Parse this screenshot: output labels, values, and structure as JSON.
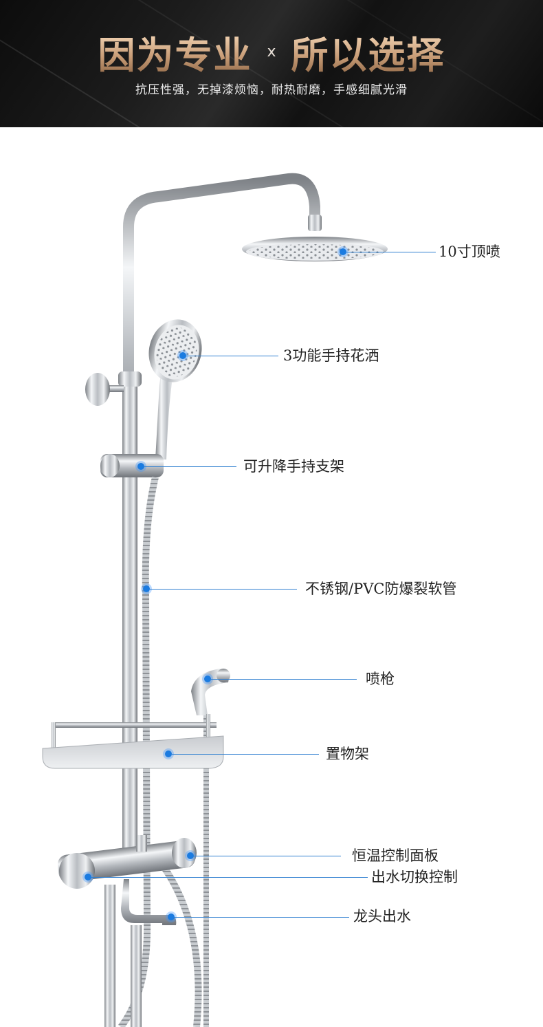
{
  "banner": {
    "title_left": "因为专业",
    "separator": "x",
    "title_right": "所以选择",
    "subtitle": "抗压性强，无掉漆烦恼，耐热耐磨，手感细腻光滑"
  },
  "callouts": [
    {
      "id": "top-shower",
      "label": "10寸顶喷"
    },
    {
      "id": "hand-shower",
      "label": "3功能手持花洒"
    },
    {
      "id": "lift-holder",
      "label": "可升降手持支架"
    },
    {
      "id": "hose",
      "label": "不锈钢/PVC防爆裂软管"
    },
    {
      "id": "spray-gun",
      "label": "喷枪"
    },
    {
      "id": "shelf",
      "label": "置物架"
    },
    {
      "id": "thermostat-panel",
      "label": "恒温控制面板"
    },
    {
      "id": "outlet-switch",
      "label": "出水切换控制"
    },
    {
      "id": "faucet-outlet",
      "label": "龙头出水"
    }
  ],
  "colors": {
    "accent_line": "#2f7fd0",
    "dot": "#1b7be0",
    "gold": "#c9a27d",
    "banner_bg": "#141414"
  }
}
